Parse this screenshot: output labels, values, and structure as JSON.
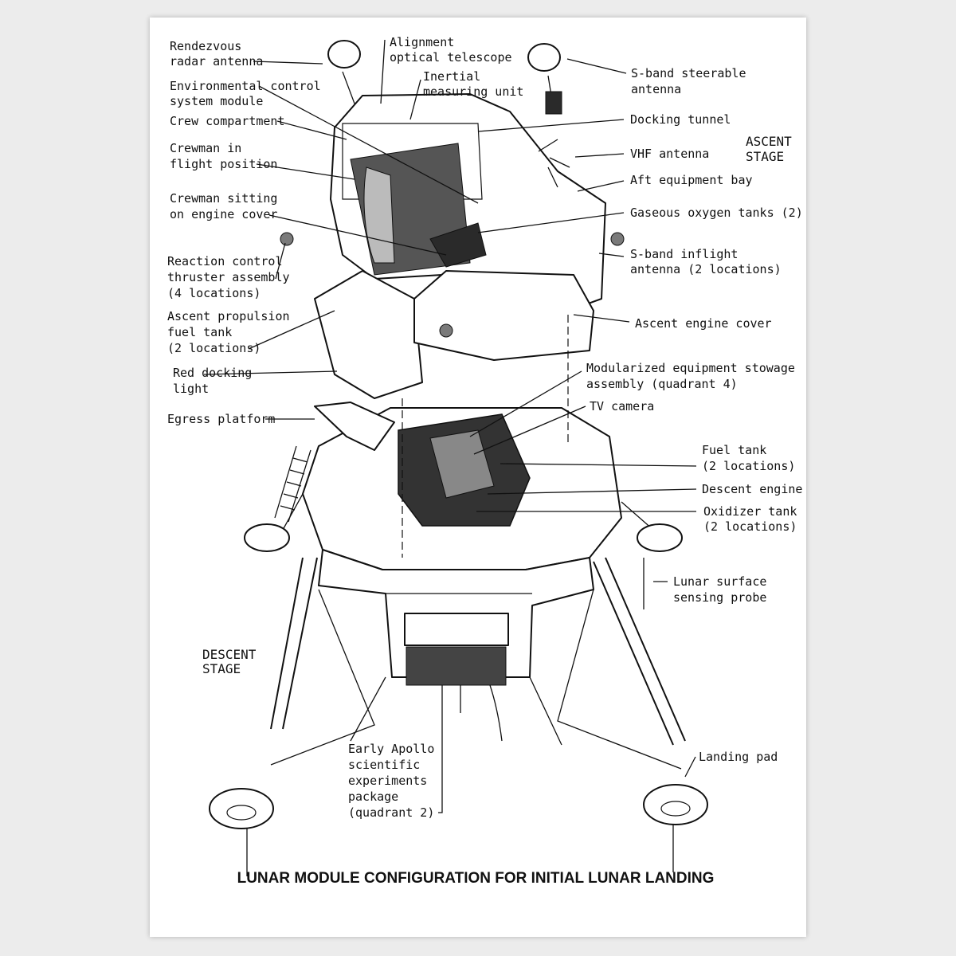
{
  "title": "LUNAR MODULE CONFIGURATION FOR INITIAL LUNAR LANDING",
  "stages": {
    "ascent": [
      "ASCENT",
      "STAGE"
    ],
    "descent": [
      "DESCENT",
      "STAGE"
    ]
  },
  "labels": {
    "rendezvous_radar": [
      "Rendezvous",
      "radar antenna"
    ],
    "alignment_telescope": [
      "Alignment",
      "optical telescope"
    ],
    "inertial_unit": [
      "Inertial",
      "measuring unit"
    ],
    "env_control": [
      "Environmental control",
      "system module"
    ],
    "crew_compartment": [
      "Crew compartment"
    ],
    "crewman_flight": [
      "Crewman in",
      "flight position"
    ],
    "crewman_sitting": [
      "Crewman sitting",
      "on engine cover"
    ],
    "rcs_thruster": [
      "Reaction control",
      "thruster assembly",
      "(4 locations)"
    ],
    "ascent_fuel_tank": [
      "Ascent propulsion",
      "fuel tank",
      "(2 locations)"
    ],
    "red_docking_light": [
      "Red docking",
      "light"
    ],
    "egress_platform": [
      "Egress platform"
    ],
    "sband_steerable": [
      "S-band steerable",
      "antenna"
    ],
    "docking_tunnel": [
      "Docking tunnel"
    ],
    "vhf_antenna": [
      "VHF antenna"
    ],
    "aft_equipment_bay": [
      "Aft equipment bay"
    ],
    "gaseous_oxygen": [
      "Gaseous oxygen tanks (2)"
    ],
    "sband_inflight": [
      "S-band inflight",
      "antenna (2 locations)"
    ],
    "ascent_engine_cover": [
      "Ascent engine cover"
    ],
    "mesa": [
      "Modularized equipment stowage",
      "assembly (quadrant 4)"
    ],
    "tv_camera": [
      "TV camera"
    ],
    "fuel_tank": [
      "Fuel tank",
      "(2 locations)"
    ],
    "descent_engine": [
      "Descent engine"
    ],
    "oxidizer_tank": [
      "Oxidizer tank",
      "(2 locations)"
    ],
    "surface_probe": [
      "Lunar surface",
      "sensing probe"
    ],
    "easep": [
      "Early Apollo",
      "scientific",
      "experiments",
      "package",
      "(quadrant 2)"
    ],
    "landing_pad": [
      "Landing pad"
    ]
  }
}
